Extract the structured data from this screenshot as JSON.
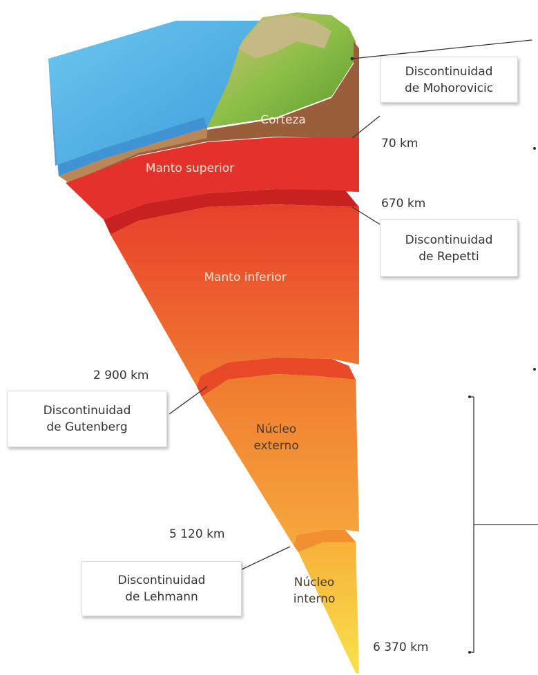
{
  "layers": {
    "corteza": "Corteza",
    "manto_superior": "Manto superior",
    "manto_inferior": "Manto inferior",
    "nucleo_externo_1": "Núcleo",
    "nucleo_externo_2": "externo",
    "nucleo_interno_1": "Núcleo",
    "nucleo_interno_2": "interno"
  },
  "depths": {
    "d70": "70 km",
    "d670": "670 km",
    "d2900": "2 900 km",
    "d5120": "5 120 km",
    "d6370": "6 370 km"
  },
  "discontinuities": {
    "mohorovicic_1": "Discontinuidad",
    "mohorovicic_2": "de Mohorovicic",
    "repetti_1": "Discontinuidad",
    "repetti_2": "de Repetti",
    "gutenberg_1": "Discontinuidad",
    "gutenberg_2": "de Gutenberg",
    "lehmann_1": "Discontinuidad",
    "lehmann_2": "de Lehmann"
  },
  "colors": {
    "ocean": "#5cb8e6",
    "crust": "#9a5f3a",
    "upper_mantle": "#e4312b",
    "lower_mantle": "#ee5a2c",
    "outer_core": "#f2862f",
    "inner_core": "#f7c23a"
  }
}
